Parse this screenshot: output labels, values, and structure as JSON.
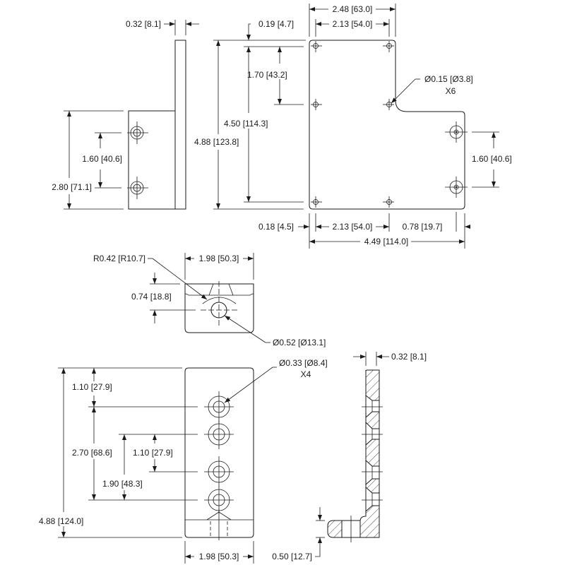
{
  "drawing": {
    "colors": {
      "line": "#1a1a1a",
      "background": "#ffffff"
    },
    "top_left_view": {
      "thickness": "0.32 [8.1]",
      "hole_spacing": "1.60 [40.6]",
      "flange_height": "2.80 [71.1]"
    },
    "top_right_view": {
      "top_offset": "0.19 [4.7]",
      "hole_row_spacing": "1.70 [43.2]",
      "hole_span": "4.50 [114.3]",
      "overall_height": "4.88 [123.8]",
      "width_upper": "2.48 [63.0]",
      "hole_spacing_upper": "2.13 [54.0]",
      "small_hole_callout": "Ø0.15 [Ø3.8]",
      "small_hole_qty": "X6",
      "right_hole_spacing": "1.60 [40.6]",
      "left_offset": "0.18 [4.5]",
      "hole_spacing_lower": "2.13 [54.0]",
      "right_offset": "0.78 [19.7]",
      "overall_width": "4.49 [114.0]"
    },
    "middle_view": {
      "radius_callout": "R0.42 [R10.7]",
      "width": "1.98 [50.3]",
      "hole_offset": "0.74 [18.8]",
      "bore_callout": "Ø0.52 [Ø13.1]"
    },
    "bottom_left_view": {
      "hole_callout": "Ø0.33 [Ø8.4]",
      "hole_qty": "X4",
      "top_offset": "1.10 [27.9]",
      "outer_hole_span": "2.70 [68.6]",
      "inner_hole_spacing": "1.10 [27.9]",
      "mid_hole_span": "1.90 [48.3]",
      "overall_height": "4.88 [124.0]",
      "width": "1.98 [50.3]"
    },
    "section_view": {
      "thickness": "0.32 [8.1]",
      "foot_thickness": "0.50 [12.7]"
    }
  }
}
